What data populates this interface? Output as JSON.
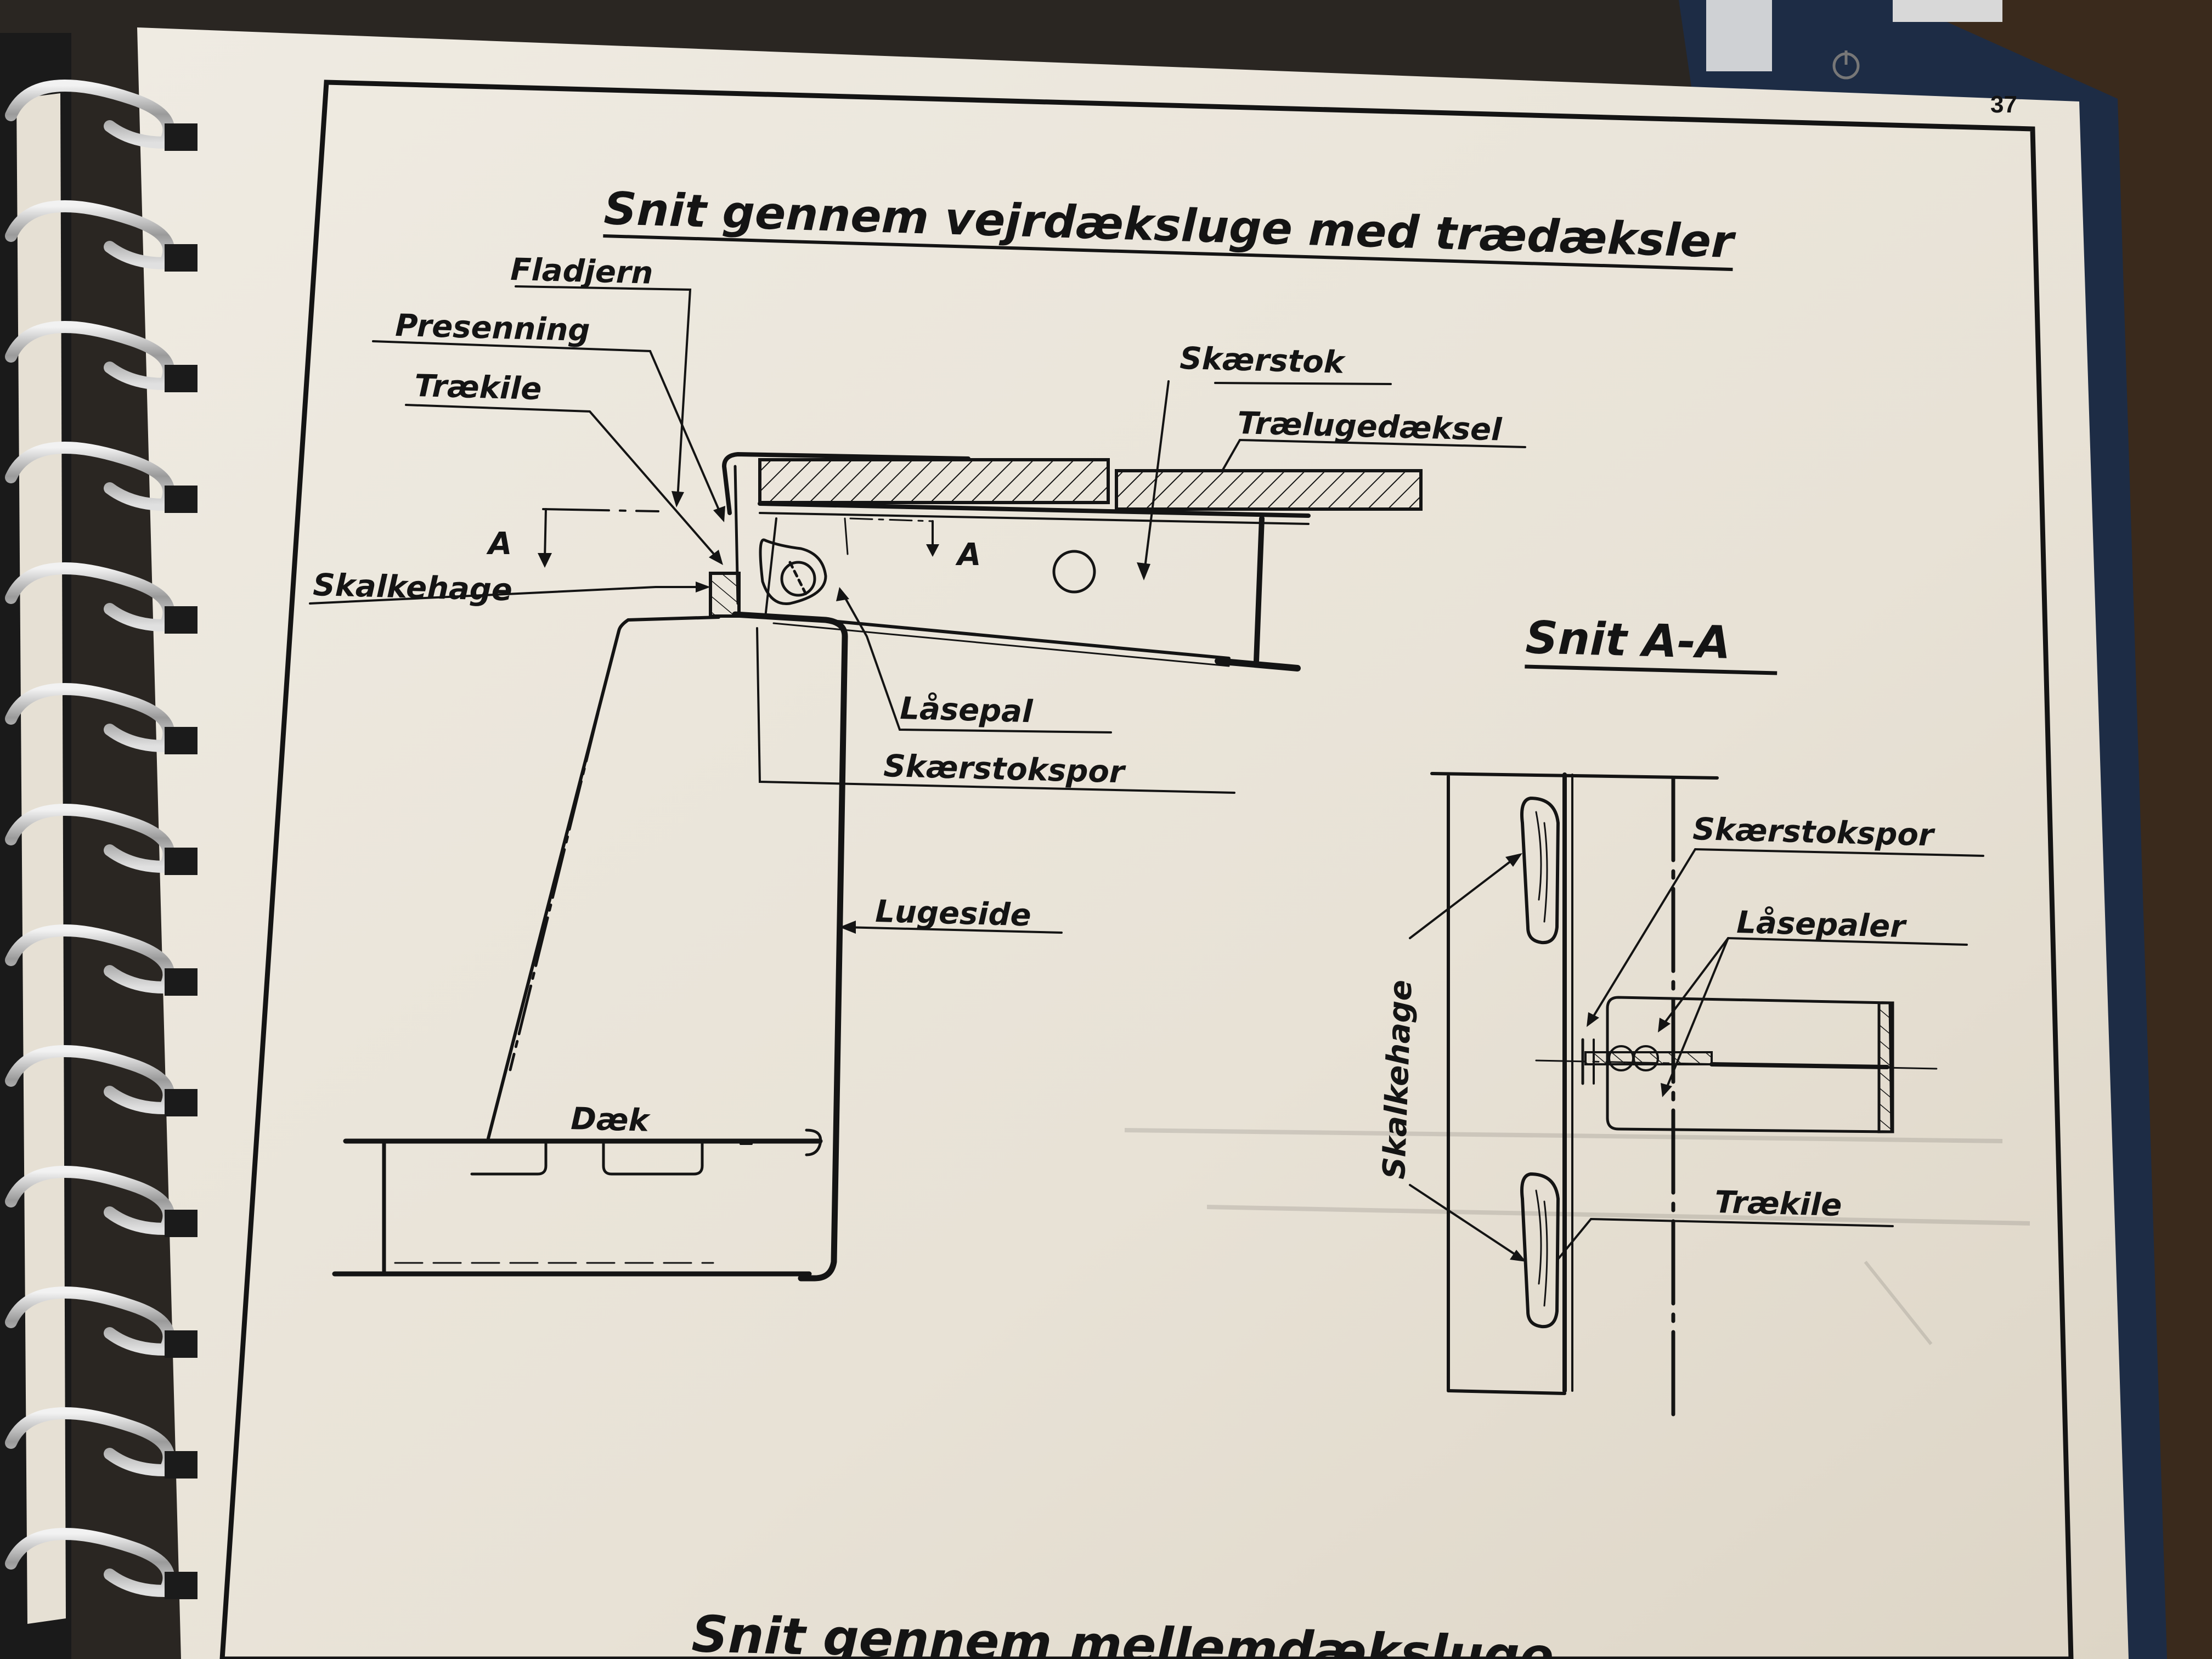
{
  "page_number": "37",
  "main_title": "Snit gennem vejrdæksluge med trædæksler",
  "bottom_title": "Snit gennem mellemdæksluge",
  "section_aa_title": "Snit A-A",
  "section_mark": "A",
  "labels": {
    "fladjern": "Fladjern",
    "presenning": "Presenning",
    "traekile": "Trækile",
    "skalkehage": "Skalkehage",
    "skaerstok": "Skærstok",
    "traelugedaeksel": "Trælugedæksel",
    "laasepal": "Låsepal",
    "skaerstokspor": "Skærstokspor",
    "lugeside": "Lugeside",
    "daek": "Dæk"
  },
  "aa_labels": {
    "skaerstokspor": "Skærstokspor",
    "laasepaler": "Låsepaler",
    "skalkehage": "Skalkehage",
    "traekile": "Trækile"
  },
  "colors": {
    "paper": "#ece7dd",
    "ink": "#141414",
    "background": "#2a2622",
    "binder_cover": "#1d2c45"
  },
  "icons": [
    "spiral-binding-rings",
    "power-icon"
  ]
}
